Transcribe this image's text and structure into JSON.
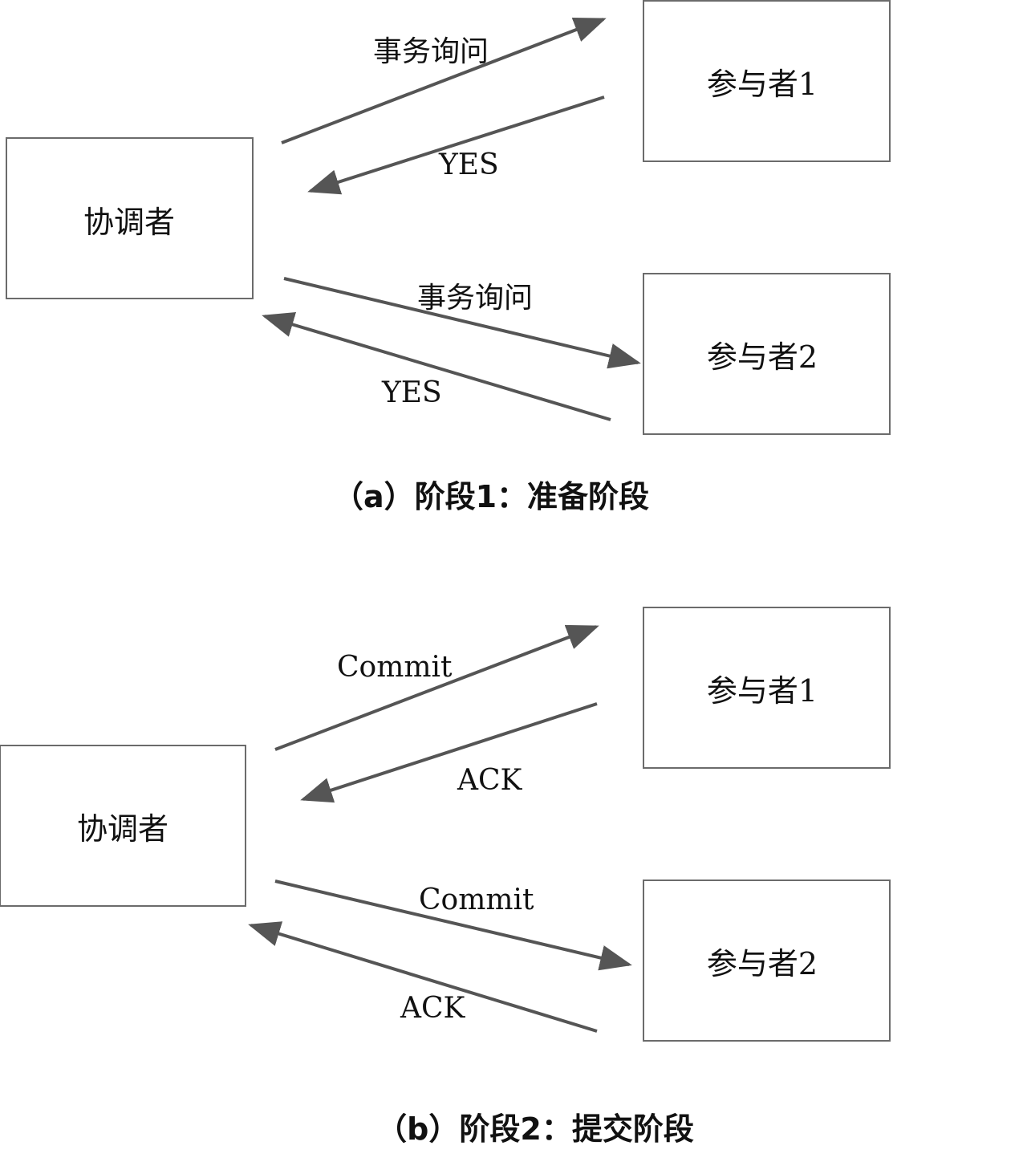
{
  "phase_a": {
    "coordinator": "协调者",
    "participant1": "参与者1",
    "participant2": "参与者2",
    "request_label_1": "事务询问",
    "reply_label_1": "YES",
    "request_label_2": "事务询问",
    "reply_label_2": "YES",
    "caption": "（a）阶段1：准备阶段"
  },
  "phase_b": {
    "coordinator": "协调者",
    "participant1": "参与者1",
    "participant2": "参与者2",
    "request_label_1": "Commit",
    "reply_label_1": "ACK",
    "request_label_2": "Commit",
    "reply_label_2": "ACK",
    "caption": "（b）阶段2：提交阶段"
  },
  "colors": {
    "arrow": "#555555",
    "box_border": "#6b6b6b"
  }
}
